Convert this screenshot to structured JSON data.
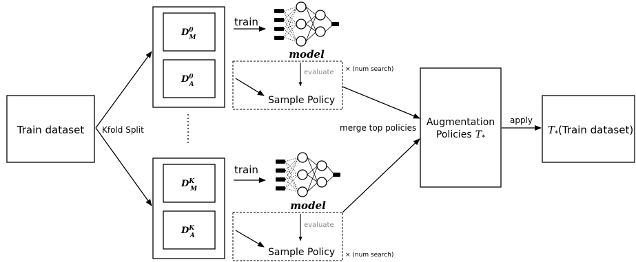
{
  "train_dataset": "Train dataset",
  "kfold_split": "Kfold Split",
  "fold_top": {
    "model_split": {
      "base": "D",
      "sup": "0",
      "sub": "M"
    },
    "augment_split": {
      "base": "D",
      "sup": "0",
      "sub": "A"
    },
    "train": "train",
    "model": "model",
    "evaluate": "evaluate",
    "sample_policy": "Sample Policy",
    "repeat": "× (num search)"
  },
  "fold_bottom": {
    "model_split": {
      "base": "D",
      "sup": "K",
      "sub": "M"
    },
    "augment_split": {
      "base": "D",
      "sup": "K",
      "sub": "A"
    },
    "train": "train",
    "model": "model",
    "evaluate": "evaluate",
    "sample_policy": "Sample Policy",
    "repeat": "× (num search)"
  },
  "merge": "merge top policies",
  "aug_policies": {
    "line1": "Augmentation",
    "line2": "Policies",
    "symbol": "T",
    "symbol_sub": "*"
  },
  "apply": "apply",
  "result": {
    "symbol": "T",
    "symbol_sub": "*",
    "text": "(Train dataset)"
  }
}
